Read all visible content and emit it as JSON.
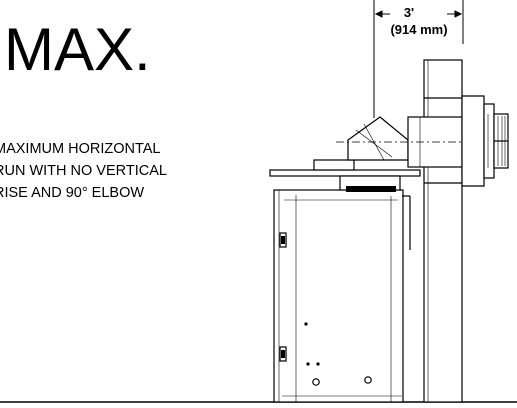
{
  "heading": "MAX.",
  "description_lines": [
    "MAXIMUM HORIZONTAL",
    "RUN WITH NO VERTICAL",
    "RISE AND 90° ELBOW"
  ],
  "dimension": {
    "imperial": "3'",
    "metric": "(914 mm)"
  },
  "colors": {
    "line": "#000000",
    "background": "#ffffff"
  }
}
